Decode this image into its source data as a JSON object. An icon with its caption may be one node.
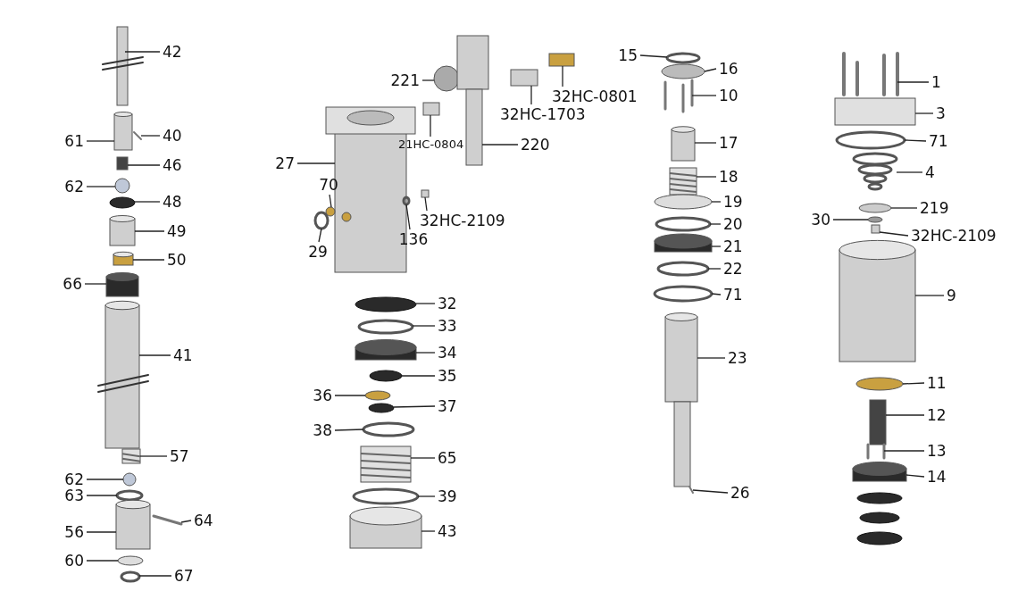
{
  "diagram": {
    "nodes": [
      {
        "text": [
          "42"
        ]
      },
      {
        "text": [
          "61"
        ]
      },
      {
        "text": [
          "40"
        ]
      },
      {
        "text": [
          "46"
        ]
      },
      {
        "text": [
          "62"
        ]
      },
      {
        "text": [
          "48"
        ]
      },
      {
        "text": [
          "49"
        ]
      },
      {
        "text": [
          "50"
        ]
      },
      {
        "text": [
          "66"
        ]
      },
      {
        "text": [
          "41"
        ]
      },
      {
        "text": [
          "57"
        ]
      },
      {
        "text": [
          "62"
        ]
      },
      {
        "text": [
          "63"
        ]
      },
      {
        "text": [
          "64"
        ]
      },
      {
        "text": [
          "56"
        ]
      },
      {
        "text": [
          "60"
        ]
      },
      {
        "text": [
          "67"
        ]
      },
      {
        "text": [
          "221"
        ]
      },
      {
        "text": [
          "32HC-1703"
        ]
      },
      {
        "text": [
          "32HC-0801"
        ]
      },
      {
        "text": [
          "21HC-0804"
        ]
      },
      {
        "text": [
          "220"
        ]
      },
      {
        "text": [
          "27"
        ]
      },
      {
        "text": [
          "70"
        ]
      },
      {
        "text": [
          "29"
        ]
      },
      {
        "text": [
          "136"
        ]
      },
      {
        "text": [
          "32HC-2109"
        ]
      },
      {
        "text": [
          "32"
        ]
      },
      {
        "text": [
          "33"
        ]
      },
      {
        "text": [
          "34"
        ]
      },
      {
        "text": [
          "35"
        ]
      },
      {
        "text": [
          "36"
        ]
      },
      {
        "text": [
          "37"
        ]
      },
      {
        "text": [
          "38"
        ]
      },
      {
        "text": [
          "65"
        ]
      },
      {
        "text": [
          "39"
        ]
      },
      {
        "text": [
          "43"
        ]
      },
      {
        "text": [
          "15"
        ]
      },
      {
        "text": [
          "16"
        ]
      },
      {
        "text": [
          "10"
        ]
      },
      {
        "text": [
          "17"
        ]
      },
      {
        "text": [
          "18"
        ]
      },
      {
        "text": [
          "19"
        ]
      },
      {
        "text": [
          "20"
        ]
      },
      {
        "text": [
          "21"
        ]
      },
      {
        "text": [
          "22"
        ]
      },
      {
        "text": [
          "71"
        ]
      },
      {
        "text": [
          "23"
        ]
      },
      {
        "text": [
          "26"
        ]
      },
      {
        "text": [
          "1"
        ]
      },
      {
        "text": [
          "3"
        ]
      },
      {
        "text": [
          "71"
        ]
      },
      {
        "text": [
          "4"
        ]
      },
      {
        "text": [
          "219"
        ]
      },
      {
        "text": [
          "30"
        ]
      },
      {
        "text": [
          "32HC-2109"
        ]
      },
      {
        "text": [
          "9"
        ]
      },
      {
        "text": [
          "11"
        ]
      },
      {
        "text": [
          "12"
        ]
      },
      {
        "text": [
          "13"
        ]
      },
      {
        "text": [
          "14"
        ]
      },
      {
        "text": [],
        "shape": "picture"
      },
      {
        "text": [],
        "shape": "cylinder"
      },
      {
        "text": [],
        "shape": "bar"
      },
      {
        "text": [],
        "shape": "box"
      },
      {
        "text": [],
        "shape": "circle"
      },
      {
        "text": [],
        "shape": "ellipse"
      },
      {
        "text": [],
        "shape": "cylinder"
      },
      {
        "text": [],
        "shape": "cylinder"
      },
      {
        "text": [],
        "shape": "cylinder"
      },
      {
        "text": [],
        "shape": "cylinder"
      },
      {
        "text": [],
        "shape": "picture"
      },
      {
        "text": [],
        "shape": "circle"
      },
      {
        "text": [],
        "shape": "ellipse"
      },
      {
        "text": [],
        "shape": "bar"
      },
      {
        "text": [],
        "shape": "cylinder"
      },
      {
        "text": [],
        "shape": "ellipse"
      },
      {
        "text": [],
        "shape": "ellipse"
      },
      {
        "text": [],
        "shape": "circle"
      },
      {
        "text": [],
        "shape": "box"
      },
      {
        "text": [],
        "shape": "box"
      },
      {
        "text": [],
        "shape": "box"
      },
      {
        "text": [],
        "shape": "picture"
      },
      {
        "text": [],
        "shape": "picture"
      },
      {
        "text": [],
        "shape": "picture"
      },
      {
        "text": [],
        "shape": "ellipse"
      },
      {
        "text": [],
        "shape": "ellipse"
      },
      {
        "text": [],
        "shape": "box"
      },
      {
        "text": [],
        "shape": "ellipse"
      },
      {
        "text": [],
        "shape": "ellipse"
      },
      {
        "text": [],
        "shape": "cylinder"
      },
      {
        "text": [],
        "shape": "ellipse"
      },
      {
        "text": [],
        "shape": "ellipse"
      },
      {
        "text": [],
        "shape": "ellipse"
      },
      {
        "text": [],
        "shape": "ellipse"
      },
      {
        "text": [],
        "shape": "picture"
      },
      {
        "text": [],
        "shape": "ellipse"
      },
      {
        "text": [],
        "shape": "cylinder"
      },
      {
        "text": [],
        "shape": "ellipse"
      },
      {
        "text": [],
        "shape": "ellipse"
      },
      {
        "text": [],
        "shape": "picture"
      },
      {
        "text": [],
        "shape": "cylinder"
      },
      {
        "text": [],
        "shape": "picture"
      },
      {
        "text": [],
        "shape": "ellipse"
      },
      {
        "text": [],
        "shape": "ellipse"
      },
      {
        "text": [],
        "shape": "cylinder"
      },
      {
        "text": [],
        "shape": "ellipse"
      },
      {
        "text": [],
        "shape": "ellipse"
      },
      {
        "text": [],
        "shape": "picture"
      },
      {
        "text": [],
        "shape": "bar"
      },
      {
        "text": [],
        "shape": "picture"
      },
      {
        "text": [],
        "shape": "box"
      },
      {
        "text": [],
        "shape": "ellipse"
      },
      {
        "text": [],
        "shape": "picture"
      },
      {
        "text": [],
        "shape": "ellipse"
      },
      {
        "text": [],
        "shape": "ellipse"
      },
      {
        "text": [],
        "shape": "box"
      },
      {
        "text": [],
        "shape": "cylinder"
      },
      {
        "text": [],
        "shape": "ellipse"
      },
      {
        "text": [],
        "shape": "box"
      },
      {
        "text": [],
        "shape": "picture"
      },
      {
        "text": [],
        "shape": "cylinder"
      }
    ],
    "edges": [
      {
        "from": 0,
        "to": 61,
        "arrow": "none"
      },
      {
        "from": 1,
        "to": 62,
        "arrow": "none"
      },
      {
        "from": 2,
        "to": 63,
        "arrow": "none"
      },
      {
        "from": 3,
        "to": 64,
        "arrow": "none"
      },
      {
        "from": 4,
        "to": 65,
        "arrow": "none"
      },
      {
        "from": 5,
        "to": 66,
        "arrow": "none"
      },
      {
        "from": 6,
        "to": 67,
        "arrow": "none"
      },
      {
        "from": 7,
        "to": 68,
        "arrow": "none"
      },
      {
        "from": 8,
        "to": 69,
        "arrow": "none"
      },
      {
        "from": 9,
        "to": 70,
        "arrow": "none"
      },
      {
        "from": 10,
        "to": 71,
        "arrow": "none"
      },
      {
        "from": 11,
        "to": 72,
        "arrow": "none"
      },
      {
        "from": 12,
        "to": 73,
        "arrow": "none"
      },
      {
        "from": 13,
        "to": 74,
        "arrow": "none"
      },
      {
        "from": 14,
        "to": 75,
        "arrow": "none"
      },
      {
        "from": 15,
        "to": 76,
        "arrow": "none"
      },
      {
        "from": 16,
        "to": 77,
        "arrow": "none"
      },
      {
        "from": 17,
        "to": 78,
        "arrow": "none"
      },
      {
        "from": 18,
        "to": 79,
        "arrow": "none"
      },
      {
        "from": 19,
        "to": 80,
        "arrow": "none"
      },
      {
        "from": 20,
        "to": 81,
        "arrow": "none"
      },
      {
        "from": 21,
        "to": 82,
        "arrow": "none"
      },
      {
        "from": 22,
        "to": 83,
        "arrow": "none"
      },
      {
        "from": 23,
        "to": 84,
        "arrow": "none"
      },
      {
        "from": 24,
        "to": 85,
        "arrow": "none"
      },
      {
        "from": 25,
        "to": 86,
        "arrow": "none"
      },
      {
        "from": 26,
        "to": 87,
        "arrow": "none"
      },
      {
        "from": 27,
        "to": 88,
        "arrow": "none"
      },
      {
        "from": 28,
        "to": 89,
        "arrow": "none"
      },
      {
        "from": 29,
        "to": 90,
        "arrow": "none"
      },
      {
        "from": 30,
        "to": 91,
        "arrow": "none"
      },
      {
        "from": 31,
        "to": 92,
        "arrow": "none"
      },
      {
        "from": 32,
        "to": 93,
        "arrow": "none"
      },
      {
        "from": 33,
        "to": 94,
        "arrow": "none"
      },
      {
        "from": 34,
        "to": 95,
        "arrow": "none"
      },
      {
        "from": 35,
        "to": 96,
        "arrow": "none"
      },
      {
        "from": 36,
        "to": 97,
        "arrow": "none"
      },
      {
        "from": 37,
        "to": 98,
        "arrow": "none"
      },
      {
        "from": 38,
        "to": 99,
        "arrow": "none"
      },
      {
        "from": 39,
        "to": 100,
        "arrow": "none"
      },
      {
        "from": 40,
        "to": 101,
        "arrow": "none"
      },
      {
        "from": 41,
        "to": 102,
        "arrow": "none"
      },
      {
        "from": 42,
        "to": 103,
        "arrow": "none"
      },
      {
        "from": 43,
        "to": 104,
        "arrow": "none"
      },
      {
        "from": 44,
        "to": 105,
        "arrow": "none"
      },
      {
        "from": 45,
        "to": 106,
        "arrow": "none"
      },
      {
        "from": 46,
        "to": 107,
        "arrow": "none"
      },
      {
        "from": 47,
        "to": 108,
        "arrow": "none"
      },
      {
        "from": 48,
        "to": 109,
        "arrow": "none"
      },
      {
        "from": 49,
        "to": 110,
        "arrow": "none"
      },
      {
        "from": 50,
        "to": 111,
        "arrow": "none"
      },
      {
        "from": 51,
        "to": 112,
        "arrow": "none"
      },
      {
        "from": 52,
        "to": 113,
        "arrow": "none"
      },
      {
        "from": 53,
        "to": 114,
        "arrow": "none"
      },
      {
        "from": 54,
        "to": 115,
        "arrow": "none"
      },
      {
        "from": 55,
        "to": 116,
        "arrow": "none"
      },
      {
        "from": 56,
        "to": 117,
        "arrow": "none"
      },
      {
        "from": 57,
        "to": 118,
        "arrow": "none"
      },
      {
        "from": 58,
        "to": 119,
        "arrow": "none"
      },
      {
        "from": 59,
        "to": 120,
        "arrow": "none"
      },
      {
        "from": 60,
        "to": 121,
        "arrow": "none"
      }
    ]
  }
}
